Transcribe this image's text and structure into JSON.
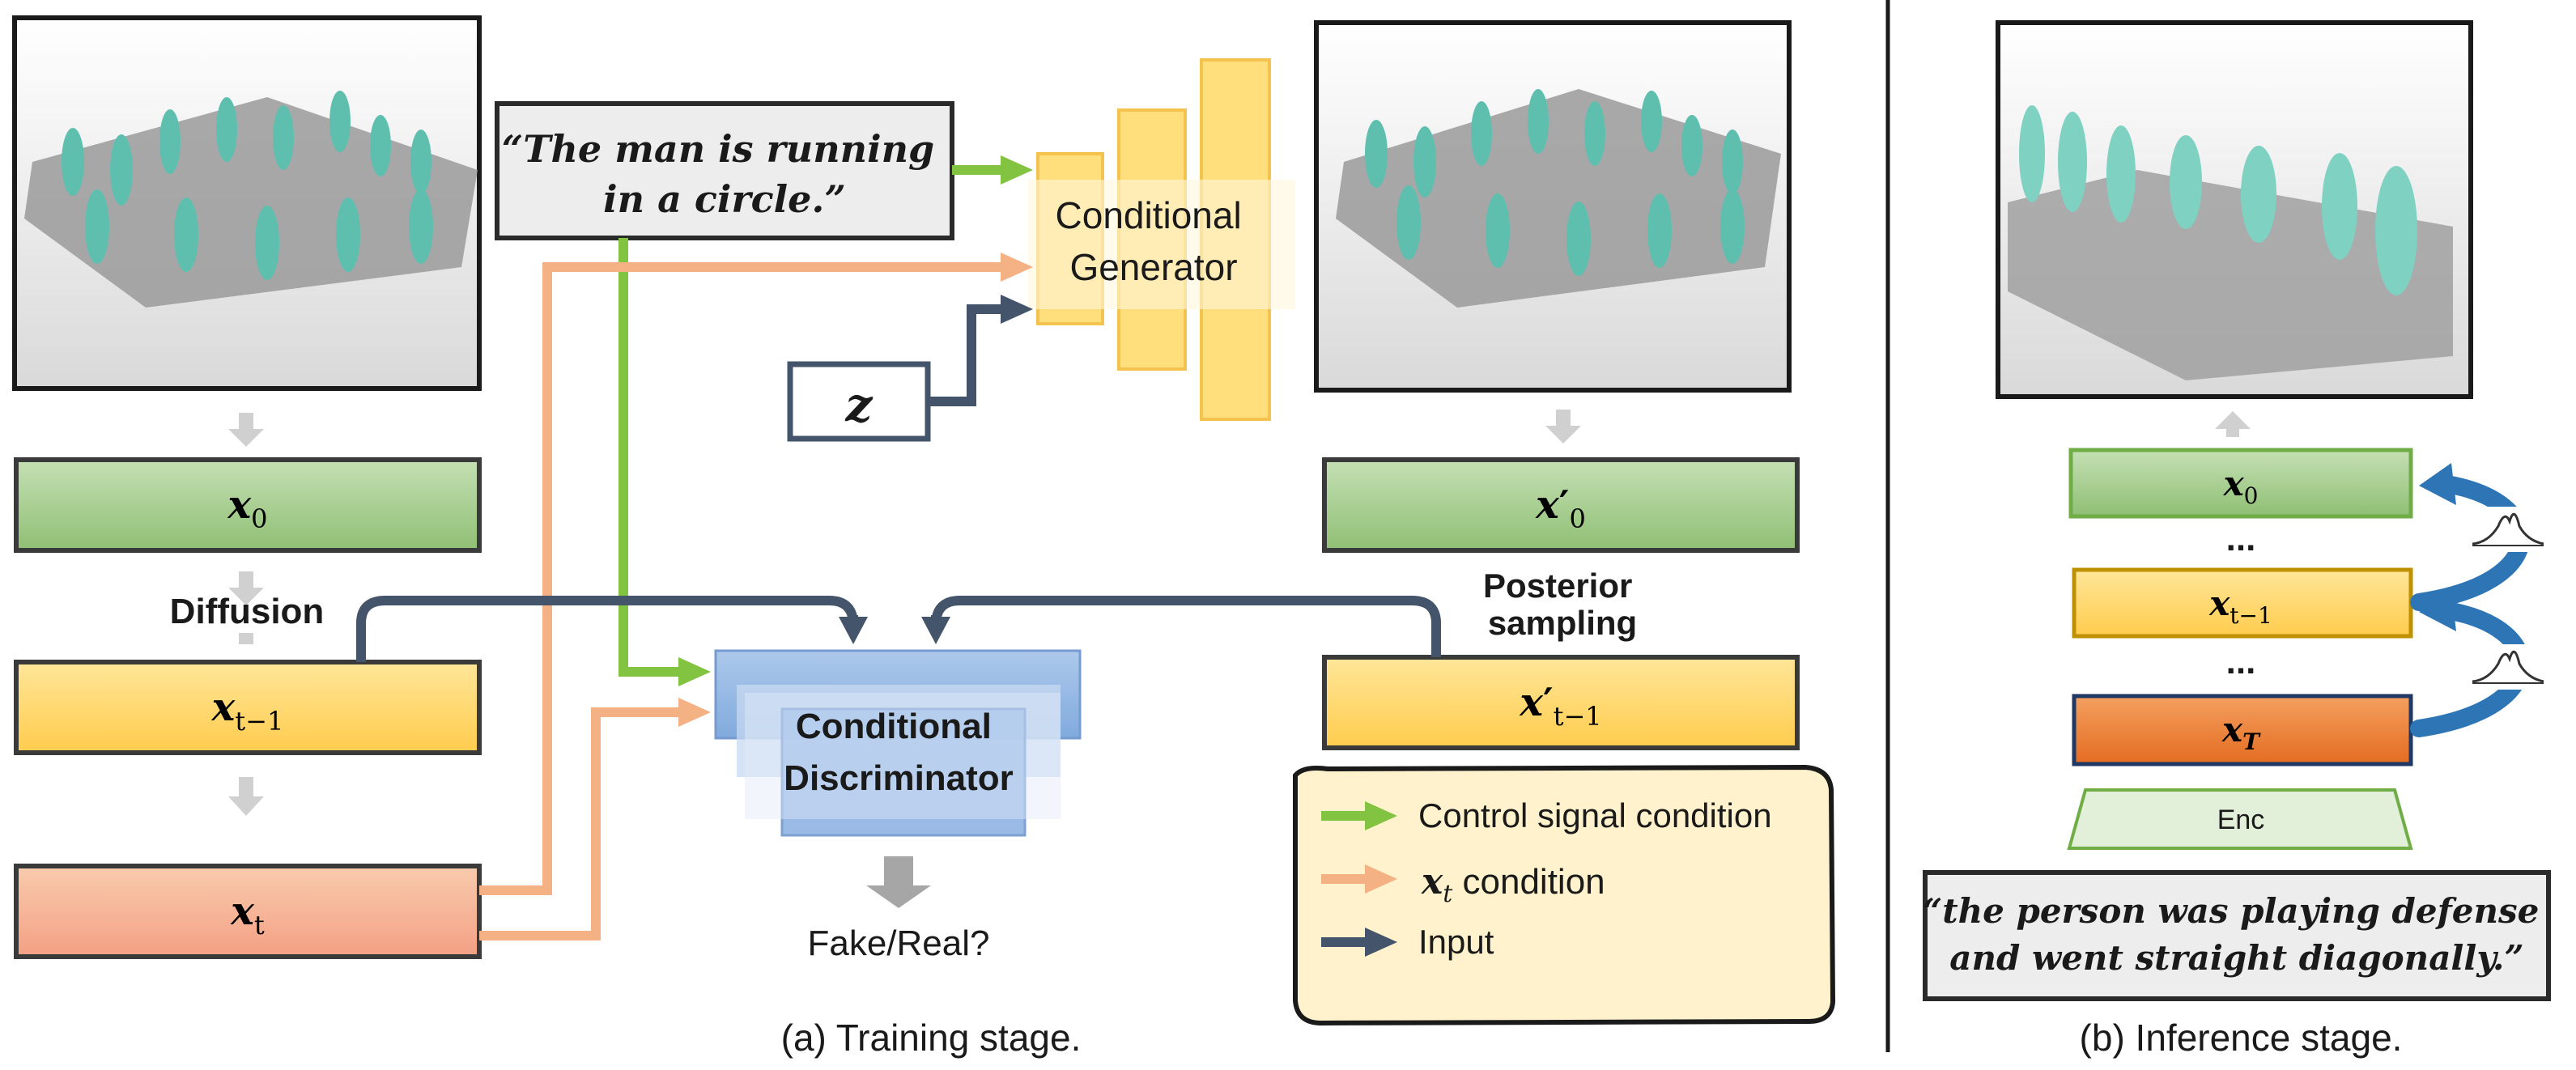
{
  "prompts": {
    "training": [
      "“The man is running",
      "in a circle.”"
    ],
    "inference": [
      "“the person was playing defense",
      "and went straight diagonally.”"
    ]
  },
  "generator": {
    "label": [
      "Conditional",
      "Generator"
    ]
  },
  "discriminator": {
    "label": [
      "Conditional",
      "Discriminator"
    ]
  },
  "noise": {
    "label": "z"
  },
  "training_left": {
    "x0": {
      "base": "x",
      "sub": "0"
    },
    "xt1": {
      "base": "x",
      "sub": "t−1"
    },
    "xt": {
      "base": "x",
      "sub": "t"
    },
    "diffusion_label": "Diffusion"
  },
  "training_right": {
    "x0p": {
      "base": "x",
      "prime": "′",
      "sub": "0"
    },
    "xt1p": {
      "base": "x",
      "prime": "′",
      "sub": "t−1"
    },
    "posterior_label": [
      "Posterior",
      "sampling"
    ]
  },
  "output_label": "Fake/Real?",
  "legend": {
    "items": [
      {
        "label": "Control signal condition",
        "color": "#82c341"
      },
      {
        "math": "x",
        "sub": "t",
        "label": " condition",
        "color": "#f4b183"
      },
      {
        "label": "Input",
        "color": "#44546a"
      }
    ]
  },
  "inference": {
    "x0": {
      "base": "x",
      "sub": "0"
    },
    "xt1": {
      "base": "x",
      "sub": "t−1"
    },
    "xT": {
      "base": "x",
      "sub": "T"
    },
    "dots": "...",
    "enc_label": "Enc"
  },
  "captions": {
    "training": "(a) Training stage.",
    "inference": "(b) Inference stage."
  },
  "colors": {
    "green_box": "#a9d18e",
    "yellow_box": "#ffd966",
    "pink_box": "#f4a48a",
    "orange_box": "#ed7d31",
    "blue_box": "#8fb4e3",
    "arrow_green": "#82c341",
    "arrow_orange": "#f4b183",
    "arrow_dark": "#44546a",
    "gray_arrow": "#d0d0d0"
  }
}
